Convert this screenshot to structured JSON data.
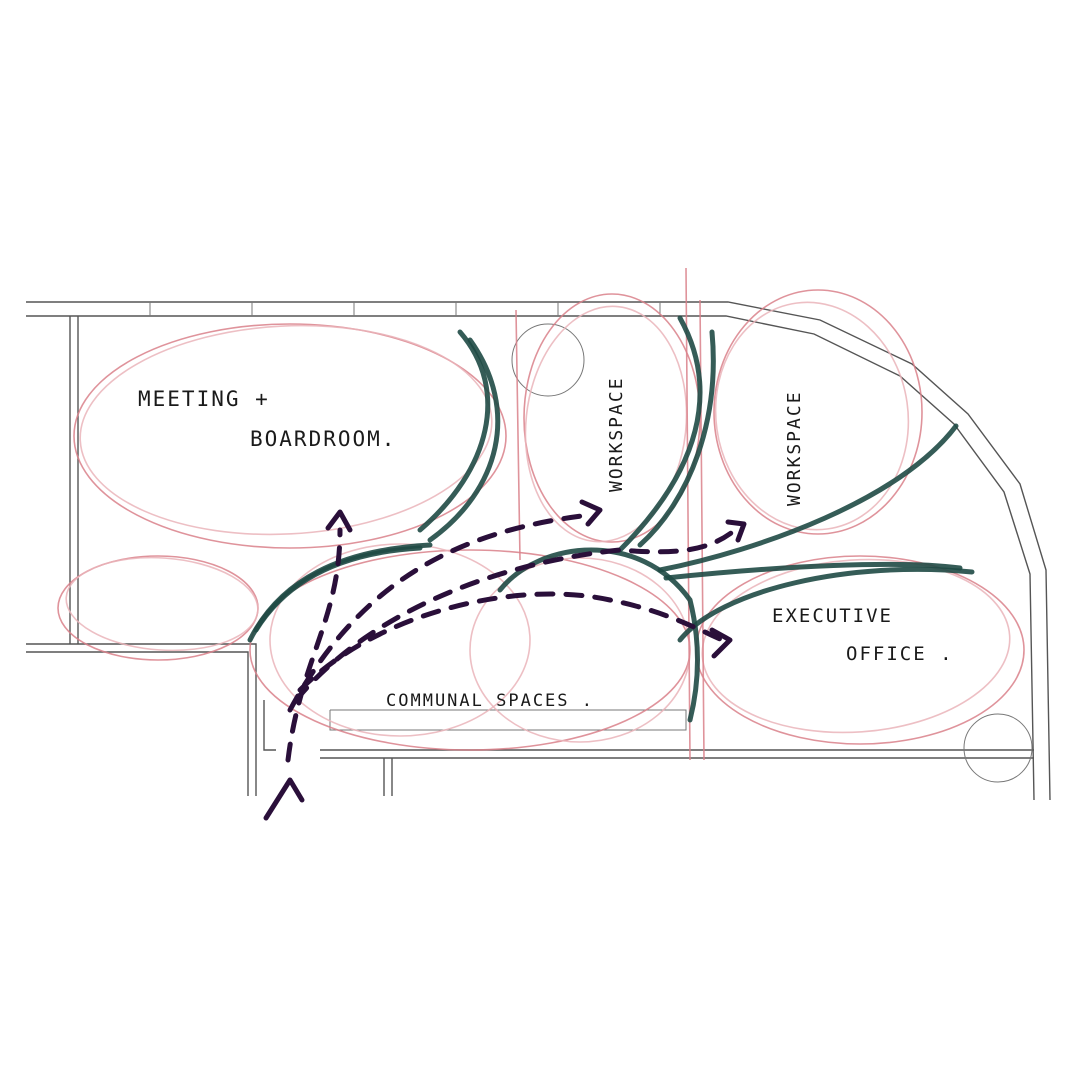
{
  "labels": {
    "meeting_line1": "MEETING +",
    "meeting_line2": "BOARDROOM.",
    "workspace_1": "WORKSPACE",
    "workspace_2": "WORKSPACE",
    "executive_line1": "EXECUTIVE",
    "executive_line2": "OFFICE .",
    "communal": "COMMUNAL SPACES ."
  },
  "colors": {
    "background": "#ffffff",
    "zone_outline": "#d9808a",
    "zone_outline_light": "#eab4ba",
    "zone_edge": "#1f4a45",
    "circulation": "#2a0f3a",
    "walls": "#555555"
  }
}
